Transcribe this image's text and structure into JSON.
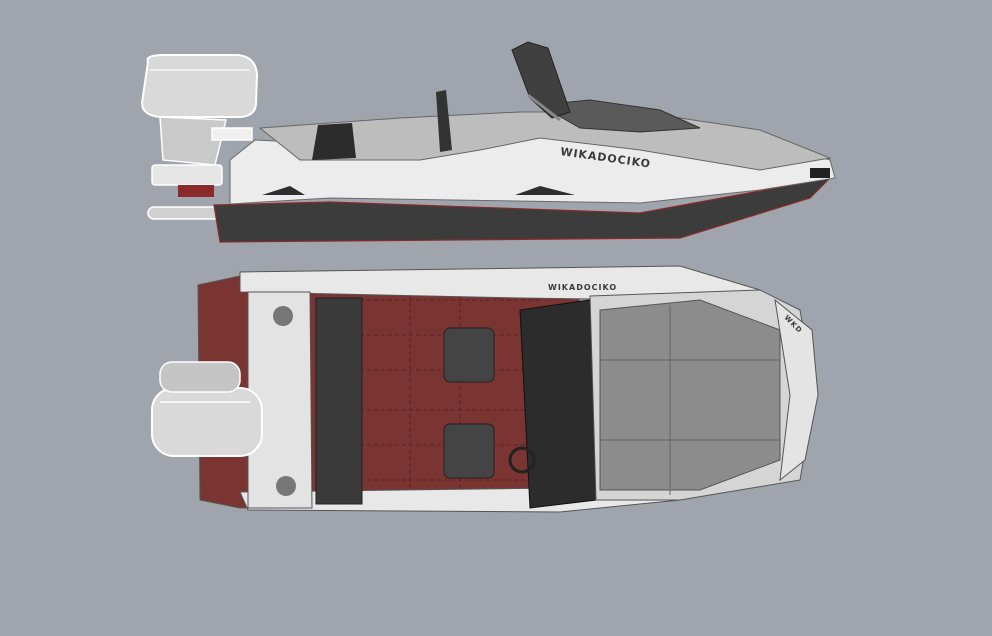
{
  "canvas": {
    "background_color": "#a0a4ac"
  },
  "side_view": {
    "hull_lettering": "WIKADOCIKO"
  },
  "top_view": {
    "hull_lettering": "WIKADOCIKO",
    "bow_lettering": "WKD"
  },
  "colors": {
    "hull_white": "#efefef",
    "hull_light_grey": "#d6d6d6",
    "hull_dark": "#3a3a3a",
    "deck_maroon": "#7a3432",
    "glass_grey": "#8c8c8c",
    "outline_white": "#ffffff"
  }
}
